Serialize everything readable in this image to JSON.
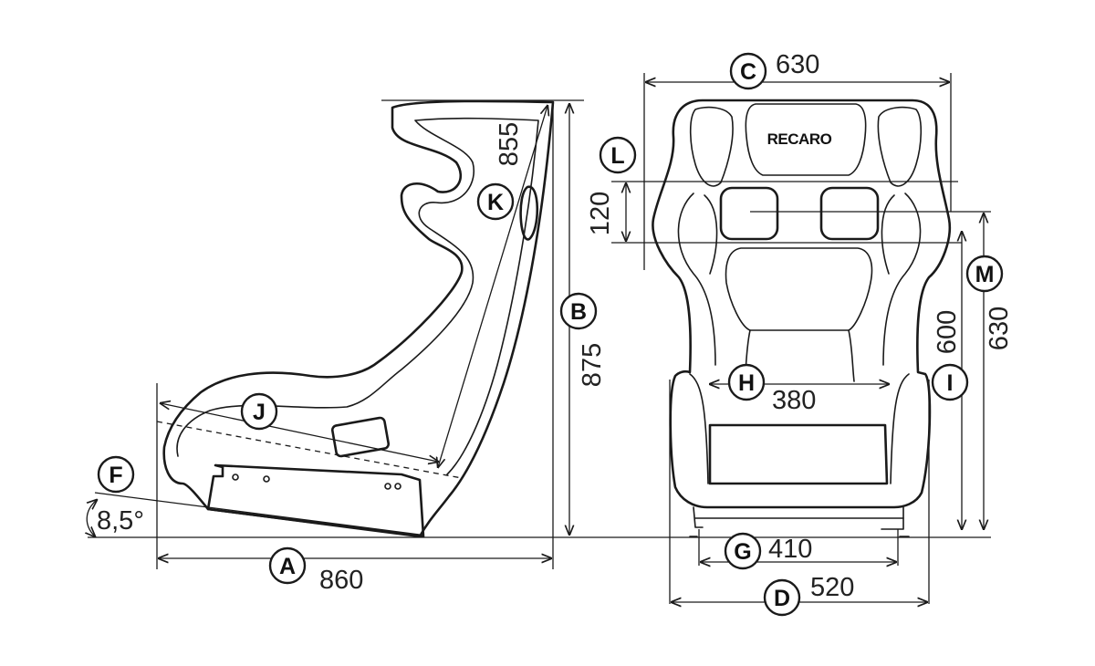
{
  "logo": "RECARO",
  "dimensions": [
    {
      "letter": "A",
      "value": "860"
    },
    {
      "letter": "B",
      "value": "875"
    },
    {
      "letter": "C",
      "value": "630"
    },
    {
      "letter": "D",
      "value": "520"
    },
    {
      "letter": "F",
      "value": "8,5°"
    },
    {
      "letter": "G",
      "value": "410"
    },
    {
      "letter": "H",
      "value": "380"
    },
    {
      "letter": "I",
      "value": "600"
    },
    {
      "letter": "J",
      "value": ""
    },
    {
      "letter": "K",
      "value": "855"
    },
    {
      "letter": "L",
      "value": "120"
    },
    {
      "letter": "M",
      "value": "630"
    }
  ]
}
